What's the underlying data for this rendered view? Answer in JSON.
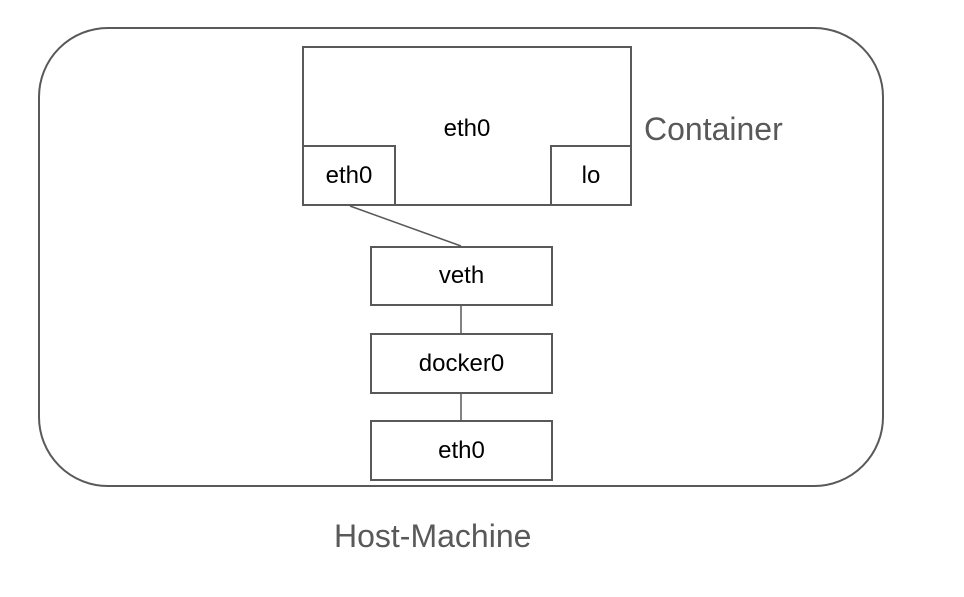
{
  "container": {
    "label": "Container",
    "title": "eth0",
    "interfaces": {
      "eth0": "eth0",
      "lo": "lo"
    }
  },
  "host": {
    "label": "Host-Machine",
    "veth": "veth",
    "docker0": "docker0",
    "eth0": "eth0"
  },
  "colors": {
    "stroke": "#595959",
    "label": "#595959",
    "text": "#000000"
  }
}
